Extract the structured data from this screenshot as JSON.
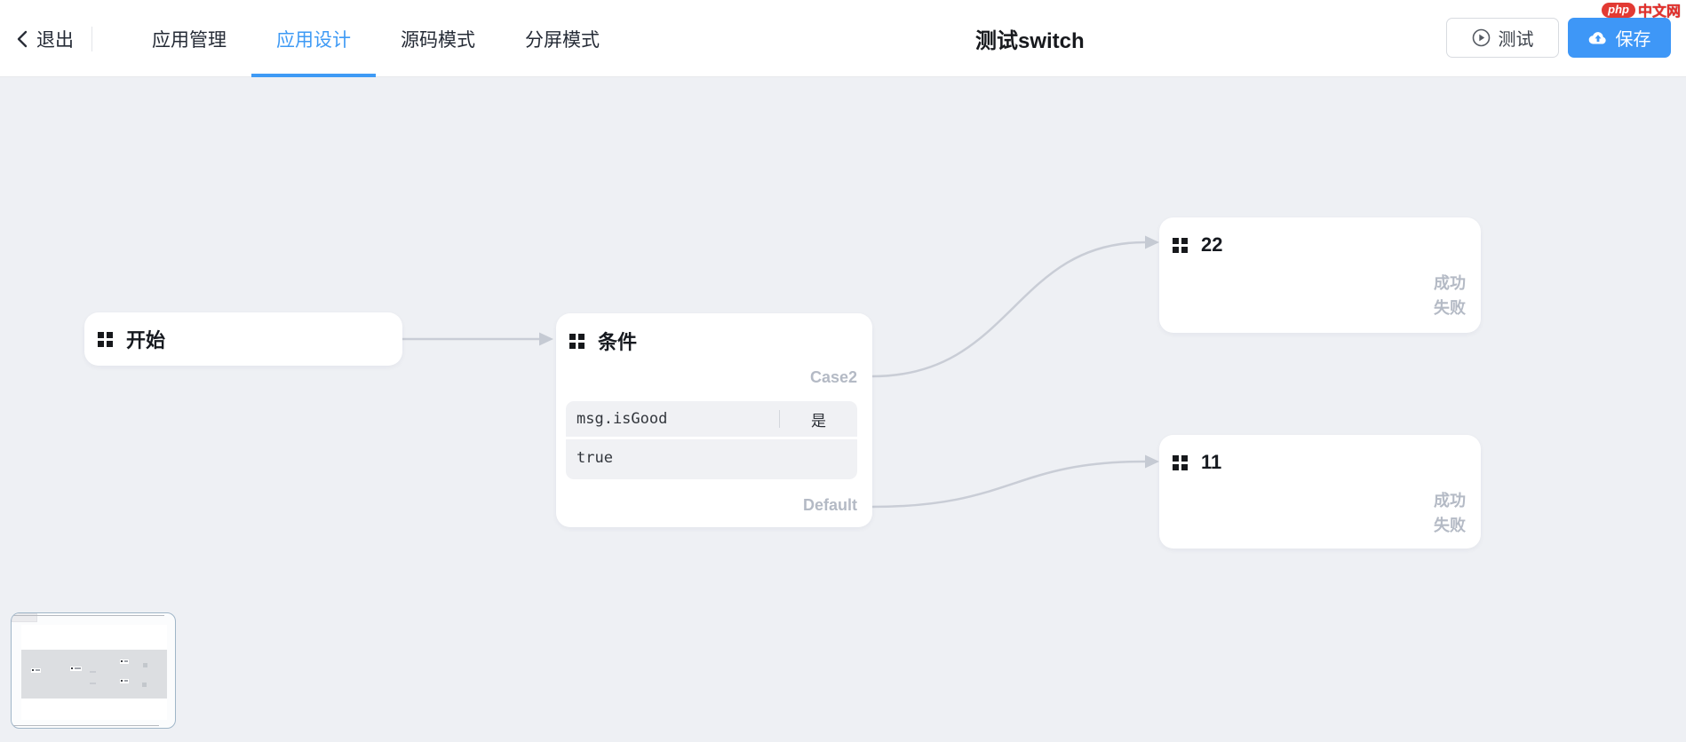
{
  "header": {
    "back_label": "退出",
    "tabs": [
      {
        "label": "应用管理",
        "active": false
      },
      {
        "label": "应用设计",
        "active": true
      },
      {
        "label": "源码模式",
        "active": false
      },
      {
        "label": "分屏模式",
        "active": false
      }
    ],
    "title": "测试switch",
    "test_button": "测试",
    "save_button": "保存",
    "brand": {
      "badge": "php",
      "name": "中文网"
    }
  },
  "canvas": {
    "nodes": {
      "start": {
        "title": "开始"
      },
      "condition": {
        "title": "条件",
        "case_label": "Case2",
        "default_label": "Default",
        "rows": [
          {
            "left": "msg.isGood",
            "right": "是"
          },
          {
            "left": "true",
            "right": ""
          }
        ]
      },
      "node22": {
        "title": "22",
        "labels": [
          "成功",
          "失败"
        ]
      },
      "node11": {
        "title": "11",
        "labels": [
          "成功",
          "失败"
        ]
      }
    }
  },
  "colors": {
    "accent_blue": "#3e9af5",
    "save_button_bg": "#3e97f7",
    "edge_gray": "#c9cdd6",
    "muted_label": "#b4bac5",
    "canvas_bg": "#eef0f4",
    "node_bg": "#ffffff",
    "table_bg": "#f0f1f4",
    "logo_red": "#e5302c"
  }
}
